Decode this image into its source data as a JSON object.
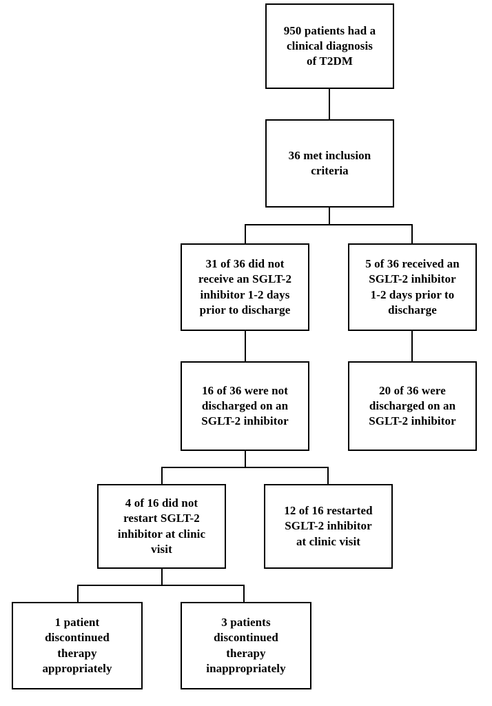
{
  "diagram": {
    "title": "SGLT-2 inhibitor patient flow diagram",
    "type": "flowchart",
    "colors": {
      "border": "#000000",
      "background": "#ffffff",
      "text": "#000000"
    },
    "nodes": [
      {
        "id": "n1",
        "label": "950 patients had a\nclinical diagnosis\nof T2DM",
        "count": 950
      },
      {
        "id": "n2",
        "label": "36 met inclusion\ncriteria",
        "count": 36
      },
      {
        "id": "n3",
        "label": "31 of 36 did not\nreceive an SGLT-2\ninhibitor 1-2 days\nprior to discharge",
        "count": 31
      },
      {
        "id": "n4",
        "label": "5 of 36 received an\nSGLT-2 inhibitor\n1-2 days prior to\ndischarge",
        "count": 5
      },
      {
        "id": "n5",
        "label": "16 of 36 were not\ndischarged on an\nSGLT-2 inhibitor",
        "count": 16
      },
      {
        "id": "n6",
        "label": "20 of 36 were\ndischarged on an\nSGLT-2 inhibitor",
        "count": 20
      },
      {
        "id": "n7",
        "label": "4 of 16 did not\nrestart SGLT-2\ninhibitor at clinic\nvisit",
        "count": 4
      },
      {
        "id": "n8",
        "label": "12 of 16 restarted\nSGLT-2 inhibitor\nat clinic visit",
        "count": 12
      },
      {
        "id": "n9",
        "label": "1 patient\ndiscontinued\ntherapy\nappropriately",
        "count": 1
      },
      {
        "id": "n10",
        "label": "3 patients\ndiscontinued\ntherapy\ninappropriately",
        "count": 3
      }
    ]
  }
}
